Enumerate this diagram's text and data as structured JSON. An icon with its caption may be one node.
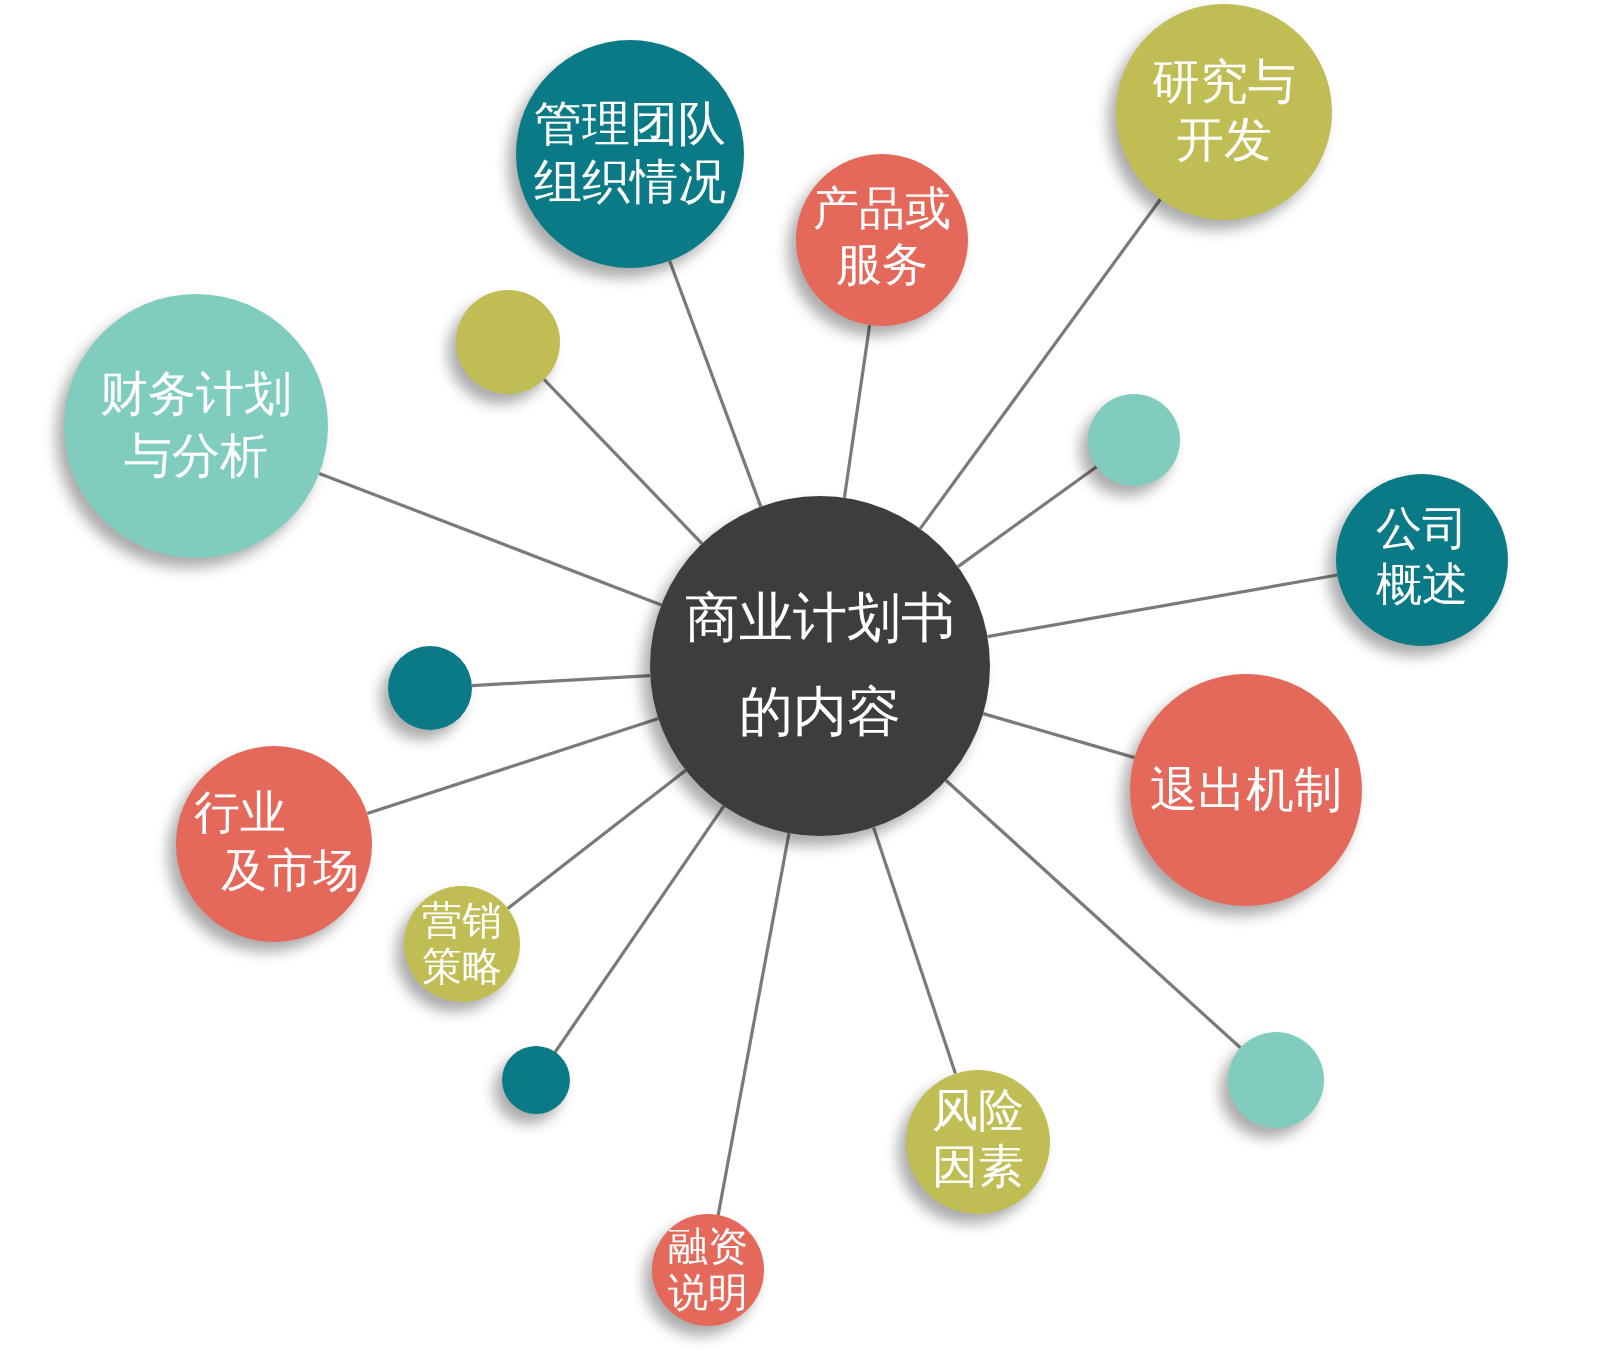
{
  "diagram": {
    "nodes": [
      {
        "text": [
          "商业计划书的内容"
        ]
      },
      {
        "text": [
          "研究与开发"
        ]
      },
      {
        "text": [
          "管理团队组织情况"
        ]
      },
      {
        "text": [
          "产品或服务"
        ]
      },
      {
        "text": [],
        "shape": "circle"
      },
      {
        "text": [
          "财务计划与分析"
        ]
      },
      {
        "text": [],
        "shape": "circle"
      },
      {
        "text": [
          "公司概述"
        ]
      },
      {
        "text": [],
        "shape": "circle"
      },
      {
        "text": [
          "退出机制"
        ]
      },
      {
        "text": [
          "行业及市场"
        ]
      },
      {
        "text": [
          "营销策略"
        ]
      },
      {
        "text": [],
        "shape": "circle"
      },
      {
        "text": [],
        "shape": "circle"
      },
      {
        "text": [
          "风险因素"
        ]
      },
      {
        "text": [
          "融资说明"
        ]
      }
    ],
    "edges": [
      {
        "from": 0,
        "to": 1,
        "arrow": "none"
      },
      {
        "from": 0,
        "to": 2,
        "arrow": "none"
      },
      {
        "from": 0,
        "to": 3,
        "arrow": "none"
      },
      {
        "from": 0,
        "to": 4,
        "arrow": "none"
      },
      {
        "from": 0,
        "to": 5,
        "arrow": "none"
      },
      {
        "from": 0,
        "to": 6,
        "arrow": "none"
      },
      {
        "from": 0,
        "to": 7,
        "arrow": "none"
      },
      {
        "from": 0,
        "to": 8,
        "arrow": "none"
      },
      {
        "from": 0,
        "to": 9,
        "arrow": "none"
      },
      {
        "from": 0,
        "to": 10,
        "arrow": "none"
      },
      {
        "from": 0,
        "to": 11,
        "arrow": "none"
      },
      {
        "from": 0,
        "to": 12,
        "arrow": "none"
      },
      {
        "from": 0,
        "to": 13,
        "arrow": "none"
      },
      {
        "from": 0,
        "to": 14,
        "arrow": "none"
      },
      {
        "from": 0,
        "to": 15,
        "arrow": "none"
      }
    ]
  }
}
